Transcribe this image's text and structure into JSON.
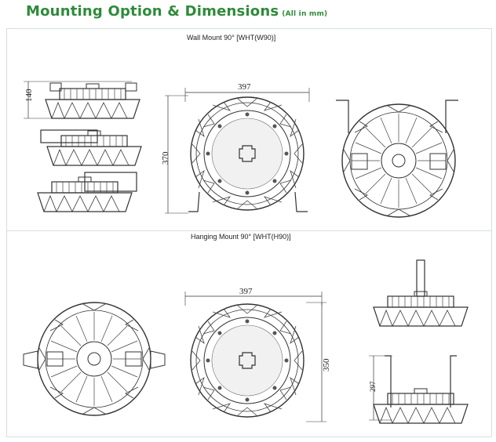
{
  "header": {
    "title": "Mounting Option & Dimensions",
    "subtitle": "(All in mm)"
  },
  "sections": [
    {
      "caption": "Wall Mount 90° [WHT(W90)]",
      "dimensions": {
        "width": "397",
        "height": "370",
        "side_height": "140"
      }
    },
    {
      "caption": "Hanging Mount 90° [WHT(H90)]",
      "dimensions": {
        "width": "397",
        "height": "350",
        "side_height": "297"
      }
    }
  ],
  "colors": {
    "title": "#2e8b3a",
    "line": "#333333",
    "frame": "#d6dede"
  }
}
